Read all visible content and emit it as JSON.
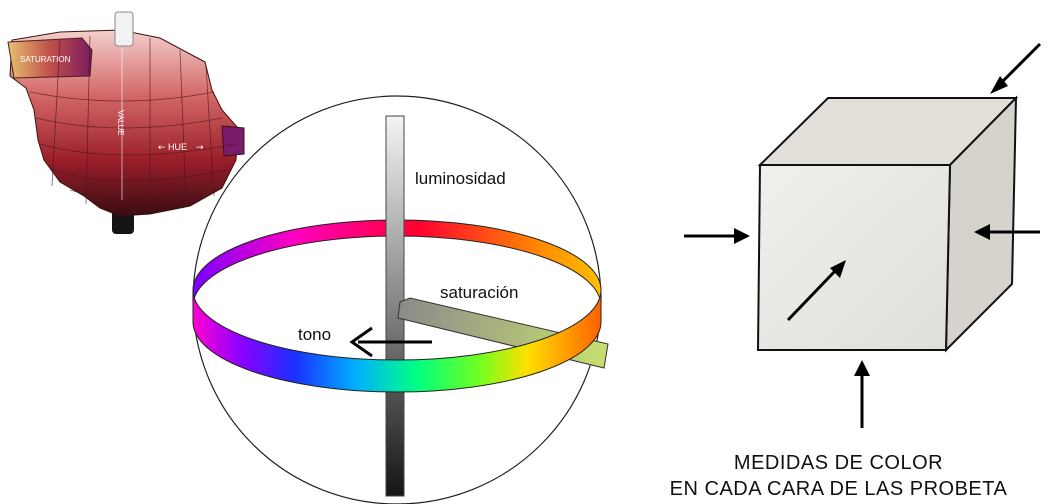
{
  "munsell": {
    "saturation_label": "SATURATION",
    "value_label": "VALUE",
    "hue_label": "HUE"
  },
  "sphere": {
    "luminosity_label": "luminosidad",
    "saturation_label": "saturación",
    "hue_label": "tono"
  },
  "cube": {
    "caption_line1": "MEDIDAS DE COLOR",
    "caption_line2": "EN CADA CARA DE LAS PROBETA"
  }
}
